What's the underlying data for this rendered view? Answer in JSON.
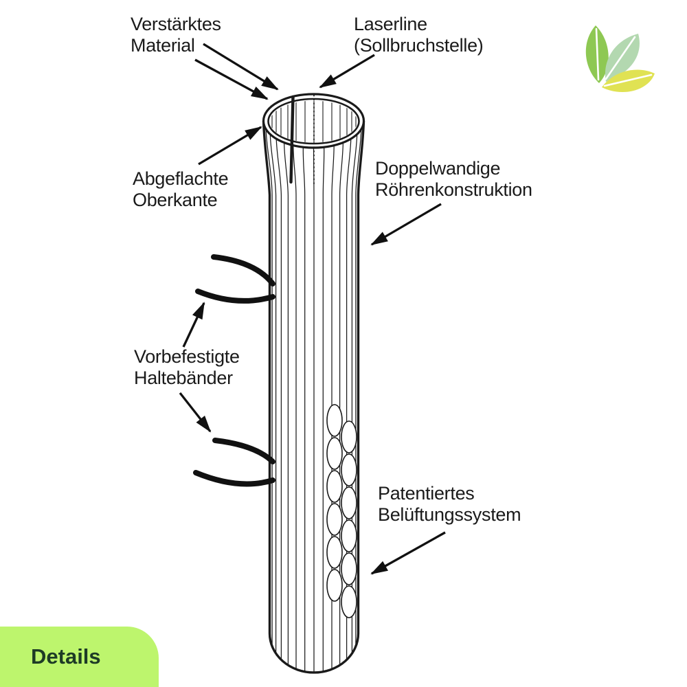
{
  "callouts": {
    "reinforced_material": "Verstärktes\nMaterial",
    "laserline": "Laserline\n(Sollbruchstelle)",
    "flattened_top_edge": "Abgeflachte\nOberkante",
    "double_wall_construction": "Doppelwandige\nRöhrenkonstruktion",
    "pre_attached_ties": "Vorbefestigte\nHaltebänder",
    "patented_ventilation": "Patentiertes\nBelüftungssystem"
  },
  "badge": {
    "label": "Details",
    "background": "#bdf56d",
    "text_color": "#1d3b26"
  },
  "logo": {
    "name": "three-leaves-logo",
    "leaf_colors": [
      "#8ec853",
      "#b3d8b0",
      "#e0e253"
    ]
  },
  "colors": {
    "ink": "#1a1a1a",
    "background": "#ffffff"
  }
}
